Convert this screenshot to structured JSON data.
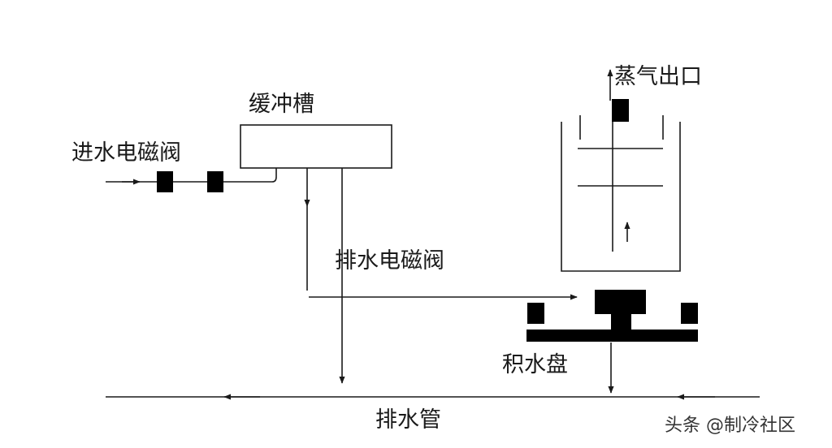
{
  "labels": {
    "inlet_valve": "进水电磁阀",
    "buffer_tank": "缓冲槽",
    "drain_valve": "排水电磁阀",
    "steam_outlet": "蒸气出口",
    "water_tray": "积水盘",
    "drain_pipe": "排水管"
  },
  "watermark": "头条 @制冷社区",
  "colors": {
    "line": "#1a1a1a",
    "block": "#000000",
    "text": "#1a1a1a",
    "watermark": "#333333",
    "background": "#ffffff"
  }
}
